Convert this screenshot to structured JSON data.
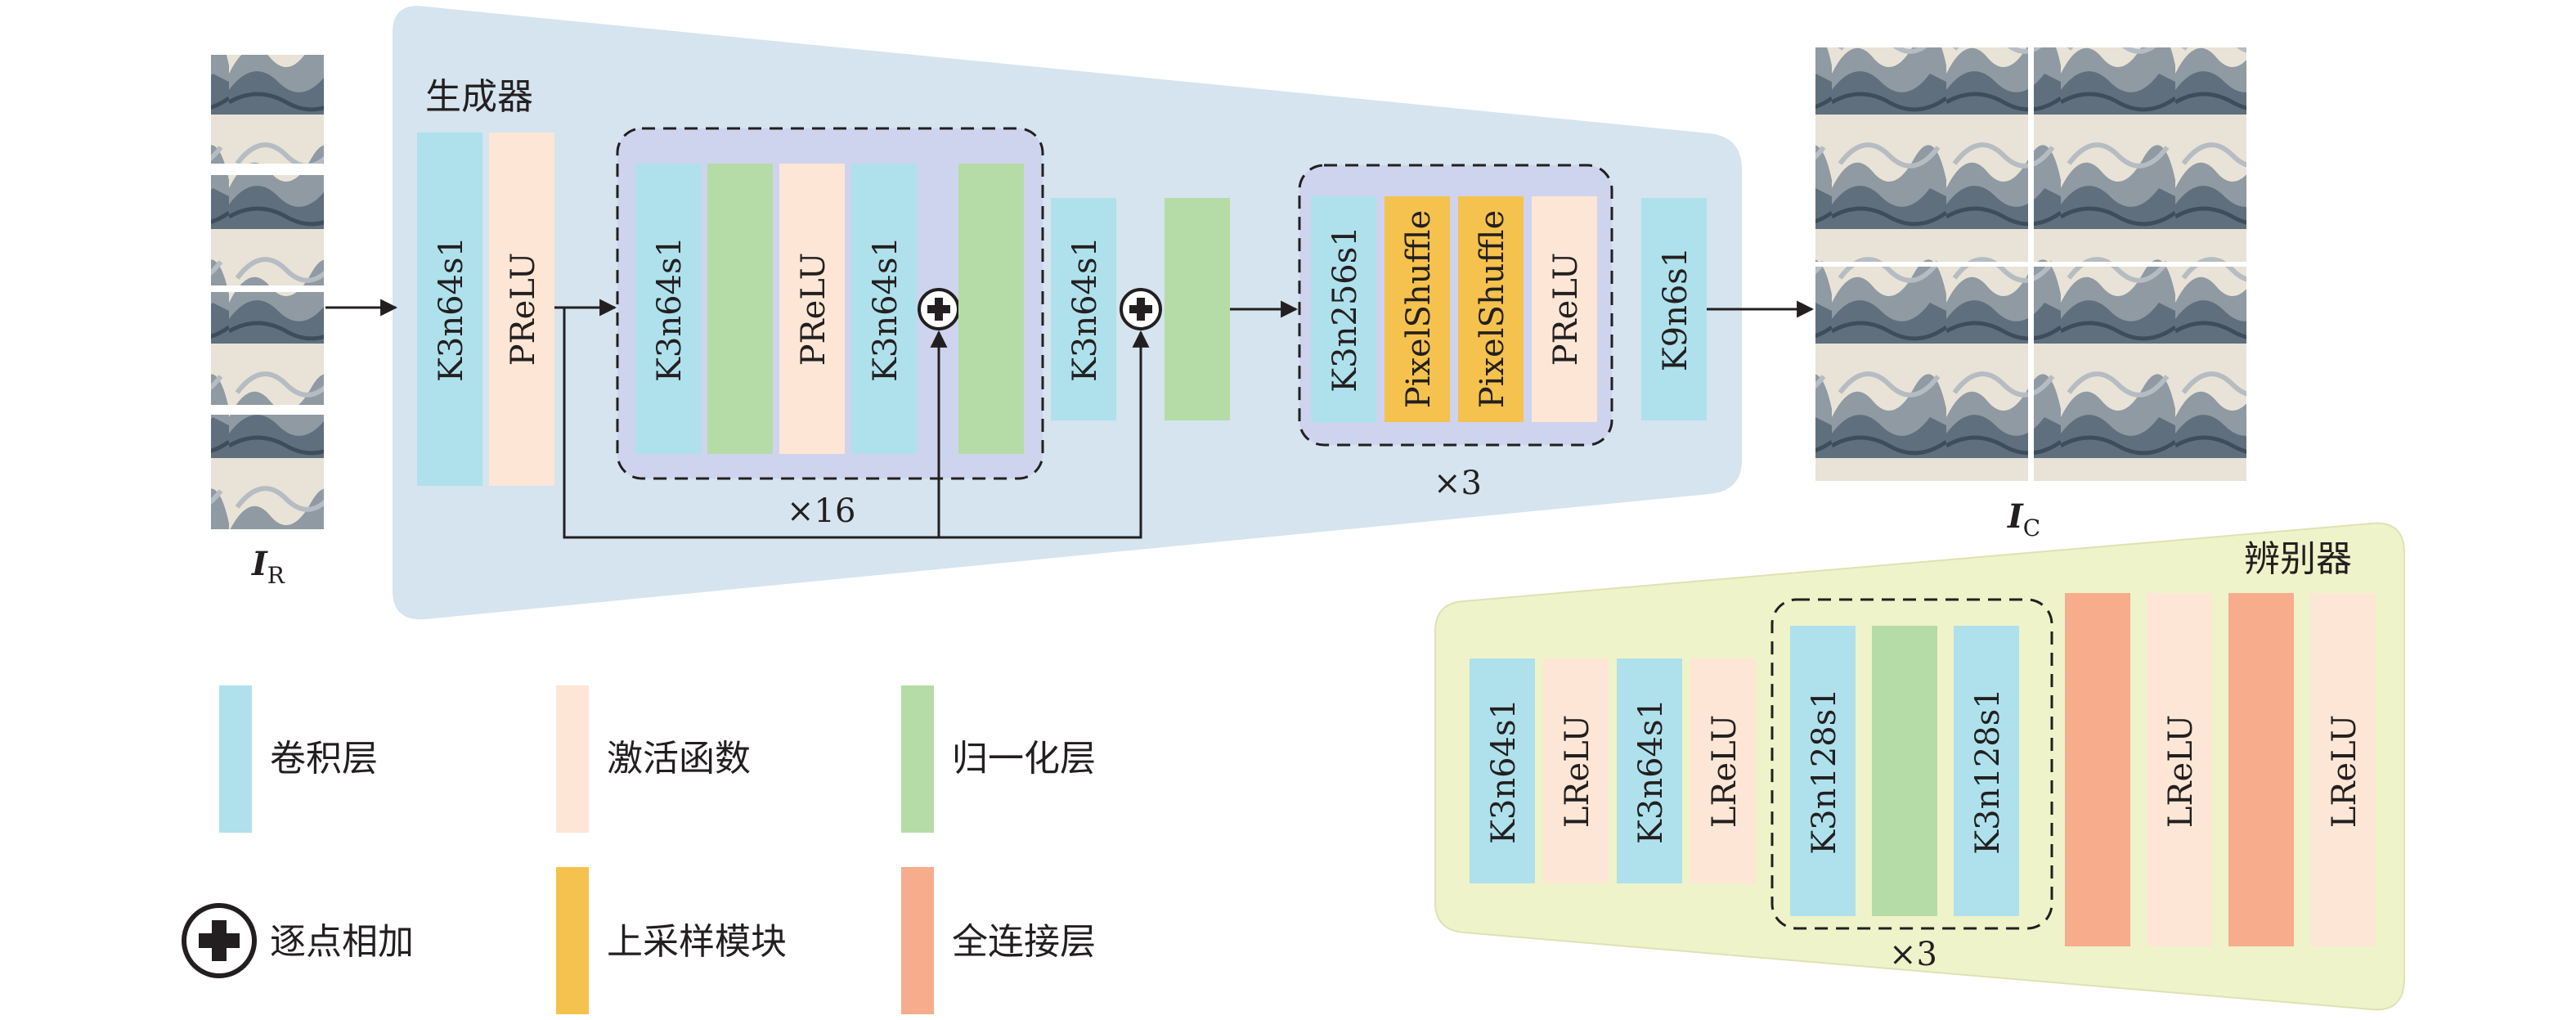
{
  "generator": {
    "title": "生成器",
    "blocks": [
      "K3n64s1",
      "PReLU"
    ],
    "residual_blocks": [
      "K3n64s1",
      "",
      "PReLU",
      "K3n64s1",
      ""
    ],
    "residual_repeat": "×16",
    "post_residual": [
      "K3n64s1",
      ""
    ],
    "upsample_blocks": [
      "K3n256s1",
      "PixelShuffle",
      "PixelShuffle",
      "PReLU"
    ],
    "upsample_repeat": "×3",
    "final": "K9n6s1"
  },
  "input": {
    "label_main": "I",
    "label_sub": "R"
  },
  "output": {
    "label_main": "I",
    "label_sub": "C"
  },
  "discriminator": {
    "title": "辨别器",
    "blocks": [
      "K3n64s1",
      "LReLU",
      "K3n64s1",
      "LReLU"
    ],
    "repeat_blocks": [
      "K3n128s1",
      "",
      "K3n128s1"
    ],
    "repeat": "×3",
    "tail_blocks": [
      "",
      "LReLU",
      "",
      "LReLU"
    ]
  },
  "legend": [
    {
      "label": "卷积层",
      "type": "conv"
    },
    {
      "label": "激活函数",
      "type": "act"
    },
    {
      "label": "归一化层",
      "type": "norm"
    },
    {
      "label": "逐点相加",
      "type": "add"
    },
    {
      "label": "上采样模块",
      "type": "up"
    },
    {
      "label": "全连接层",
      "type": "fc"
    }
  ],
  "colors": {
    "conv": "#aee1ec",
    "act": "#fde6d5",
    "norm": "#b5dca6",
    "up": "#f4c24d",
    "fc": "#f7ac8b",
    "generator_bg": "#d5e4ee",
    "residual_bg": "#ced4ee",
    "discriminator_bg": "#eff3c9"
  }
}
